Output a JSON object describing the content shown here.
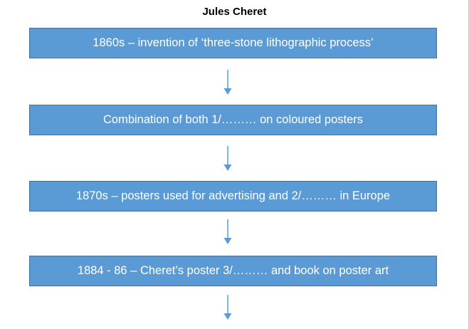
{
  "diagram": {
    "title": "Jules Cheret",
    "steps": [
      {
        "text": "1860s – invention of ‘three-stone lithographic process’"
      },
      {
        "text": "Combination of both 1/……… on coloured posters"
      },
      {
        "text": "1870s – posters used for advertising and 2/……… in Europe"
      },
      {
        "text": "1884 - 86 – Cheret’s poster 3/……… and book on poster art"
      }
    ],
    "colors": {
      "box_fill": "#5b9bd5",
      "box_border": "#41719c",
      "box_text": "#ffffff",
      "arrow": "#5b9bd5",
      "title": "#000000"
    }
  }
}
